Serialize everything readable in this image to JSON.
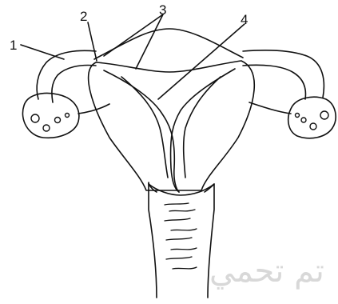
{
  "diagram": {
    "labels": [
      {
        "id": "label-1",
        "text": "1"
      },
      {
        "id": "label-2",
        "text": "2"
      },
      {
        "id": "label-3",
        "text": "3"
      },
      {
        "id": "label-4",
        "text": "4"
      }
    ]
  },
  "watermark": {
    "text": "تم تحمي"
  },
  "colors": {
    "ink": "#111111",
    "watermark": "#d8d8d8",
    "background": "#ffffff"
  }
}
